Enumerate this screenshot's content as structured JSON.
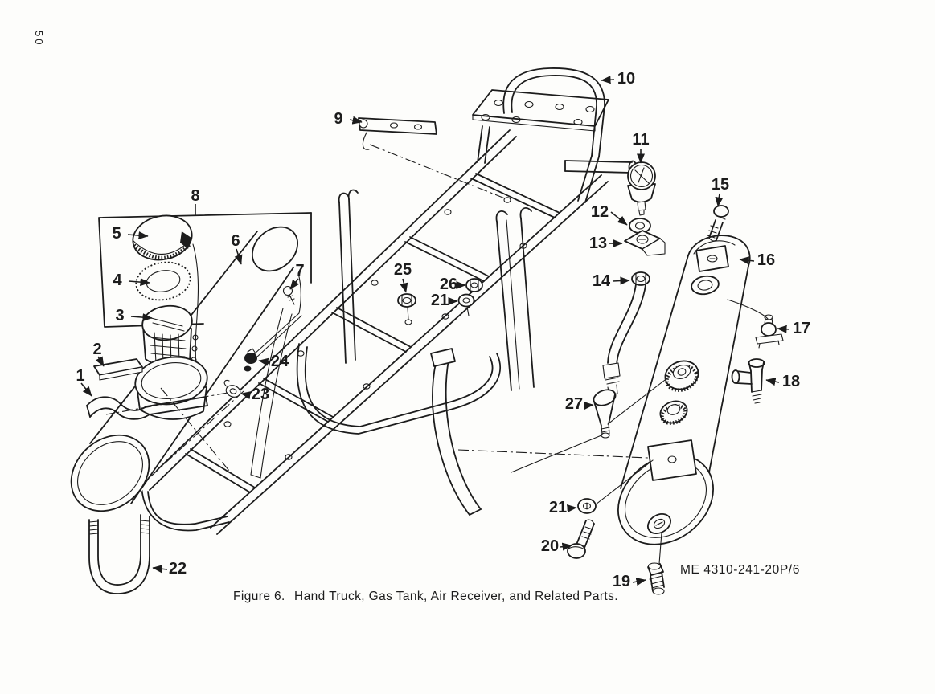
{
  "page": {
    "page_number": "50",
    "figure": {
      "label": "Figure 6.",
      "title": "Hand Truck, Gas Tank, Air Receiver, and Related Parts."
    },
    "drawing_number": "ME 4310-241-20P/6"
  },
  "colors": {
    "ink": "#1c1c1c",
    "paper": "#fdfdfb"
  },
  "callouts": [
    {
      "id": "callout-1",
      "label": "1"
    },
    {
      "id": "callout-2",
      "label": "2"
    },
    {
      "id": "callout-3",
      "label": "3"
    },
    {
      "id": "callout-4",
      "label": "4"
    },
    {
      "id": "callout-5",
      "label": "5"
    },
    {
      "id": "callout-6",
      "label": "6"
    },
    {
      "id": "callout-7",
      "label": "7"
    },
    {
      "id": "callout-8",
      "label": "8"
    },
    {
      "id": "callout-9",
      "label": "9"
    },
    {
      "id": "callout-10",
      "label": "10"
    },
    {
      "id": "callout-11",
      "label": "11"
    },
    {
      "id": "callout-12",
      "label": "12"
    },
    {
      "id": "callout-13",
      "label": "13"
    },
    {
      "id": "callout-14",
      "label": "14"
    },
    {
      "id": "callout-15",
      "label": "15"
    },
    {
      "id": "callout-16",
      "label": "16"
    },
    {
      "id": "callout-17",
      "label": "17"
    },
    {
      "id": "callout-18",
      "label": "18"
    },
    {
      "id": "callout-19",
      "label": "19"
    },
    {
      "id": "callout-20",
      "label": "20"
    },
    {
      "id": "callout-21-frame",
      "label": "21"
    },
    {
      "id": "callout-21-tank",
      "label": "21"
    },
    {
      "id": "callout-22",
      "label": "22"
    },
    {
      "id": "callout-23",
      "label": "23"
    },
    {
      "id": "callout-24",
      "label": "24"
    },
    {
      "id": "callout-25",
      "label": "25"
    },
    {
      "id": "callout-26",
      "label": "26"
    },
    {
      "id": "callout-27",
      "label": "27"
    }
  ]
}
